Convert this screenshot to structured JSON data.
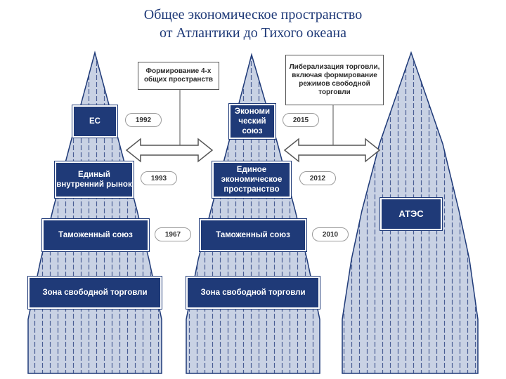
{
  "title": {
    "line1": "Общее экономическое пространство",
    "line2": "от Атлантики до Тихого океана"
  },
  "colors": {
    "structure_fill": "#c9d2e4",
    "structure_edge": "#1f3a78",
    "box_fill": "#1f3a78",
    "title_color": "#1f3a78"
  },
  "callouts": {
    "four_spaces": "Формирование 4-х общих пространств",
    "liberalization": "Либерализация торговли, включая формирование режимов свободной торговли"
  },
  "towers": {
    "eu": {
      "levels": [
        "ЕС",
        "Единый внутренний рынок",
        "Таможенный союз",
        "Зона свободной торговли"
      ],
      "years": [
        "1992",
        "1993",
        "1967"
      ]
    },
    "eaeu": {
      "levels": [
        "Экономи ческий союз",
        "Единое экономическое пространство",
        "Таможенный союз",
        "Зона свободной торговли"
      ],
      "years": [
        "2015",
        "2012",
        "2010"
      ]
    },
    "apec": {
      "label": "АТЭС"
    }
  }
}
